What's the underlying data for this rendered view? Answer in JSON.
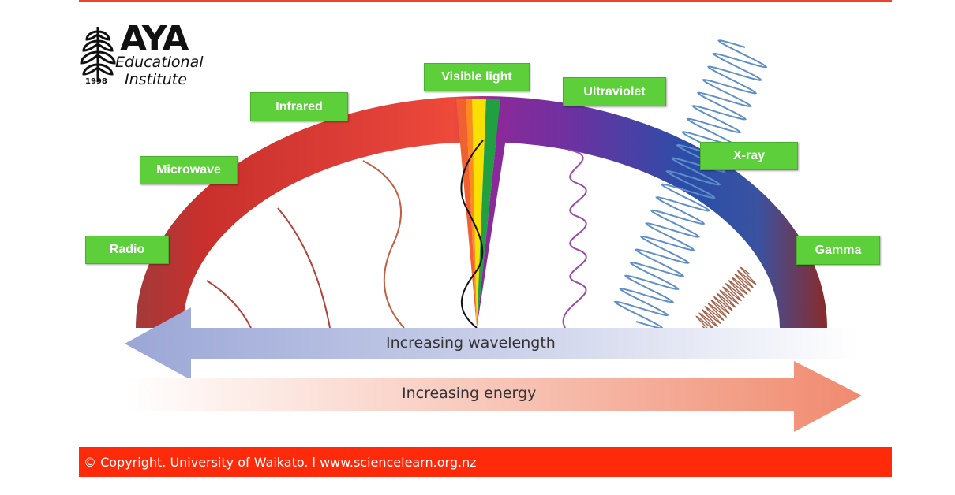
{
  "logo": {
    "brand": "AYA",
    "line1": "Educational",
    "line2": "Institute",
    "year": "1998",
    "icon": "tree-icon"
  },
  "bands": [
    {
      "id": "radio",
      "label": "Radio"
    },
    {
      "id": "microwave",
      "label": "Microwave"
    },
    {
      "id": "infrared",
      "label": "Infrared"
    },
    {
      "id": "visible",
      "label": "Visible light"
    },
    {
      "id": "ultraviolet",
      "label": "Ultraviolet"
    },
    {
      "id": "xray",
      "label": "X-ray"
    },
    {
      "id": "gamma",
      "label": "Gamma"
    }
  ],
  "arrows": {
    "wavelength": "Increasing wavelength",
    "energy": "Increasing energy"
  },
  "footer": {
    "text": "© Copyright. University of Waikato. l www.sciencelearn.org.nz"
  },
  "colors": {
    "label_green": "#5ccf3a",
    "footer_red": "#ff2a0a",
    "wavelength_arrow": "#9aa6d6",
    "energy_arrow": "#f08a6e"
  }
}
